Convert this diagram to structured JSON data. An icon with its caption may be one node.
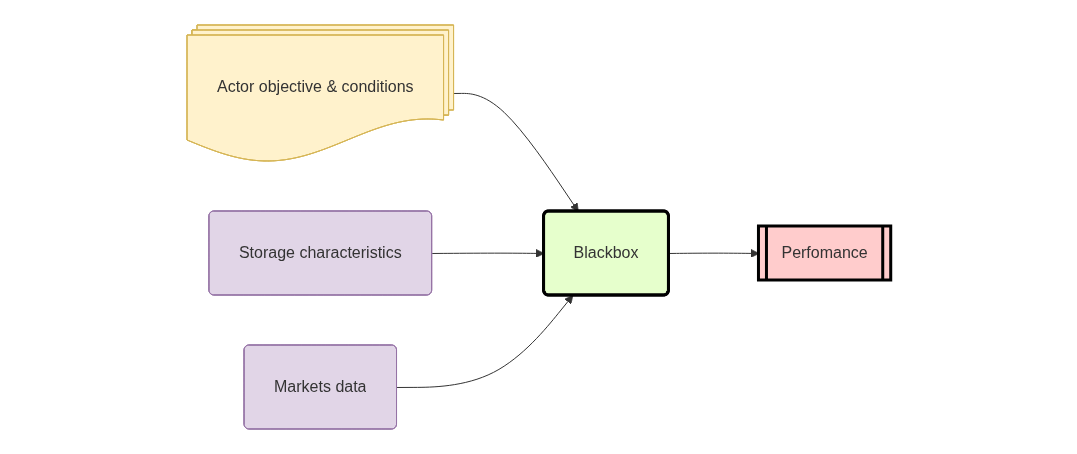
{
  "diagram": {
    "nodes": [
      {
        "text": [
          "Actor objective & conditions"
        ]
      },
      {
        "text": [
          "Storage characteristics"
        ]
      },
      {
        "text": [
          "Markets data"
        ]
      },
      {
        "text": [
          "Blackbox"
        ]
      },
      {
        "text": [
          "Perfomance"
        ]
      }
    ],
    "edges": [
      {
        "from": 0,
        "to": 3,
        "arrow": "to"
      },
      {
        "from": 1,
        "to": 3,
        "arrow": "to"
      },
      {
        "from": 2,
        "to": 3,
        "arrow": "to"
      },
      {
        "from": 3,
        "to": 4,
        "arrow": "to"
      }
    ]
  }
}
